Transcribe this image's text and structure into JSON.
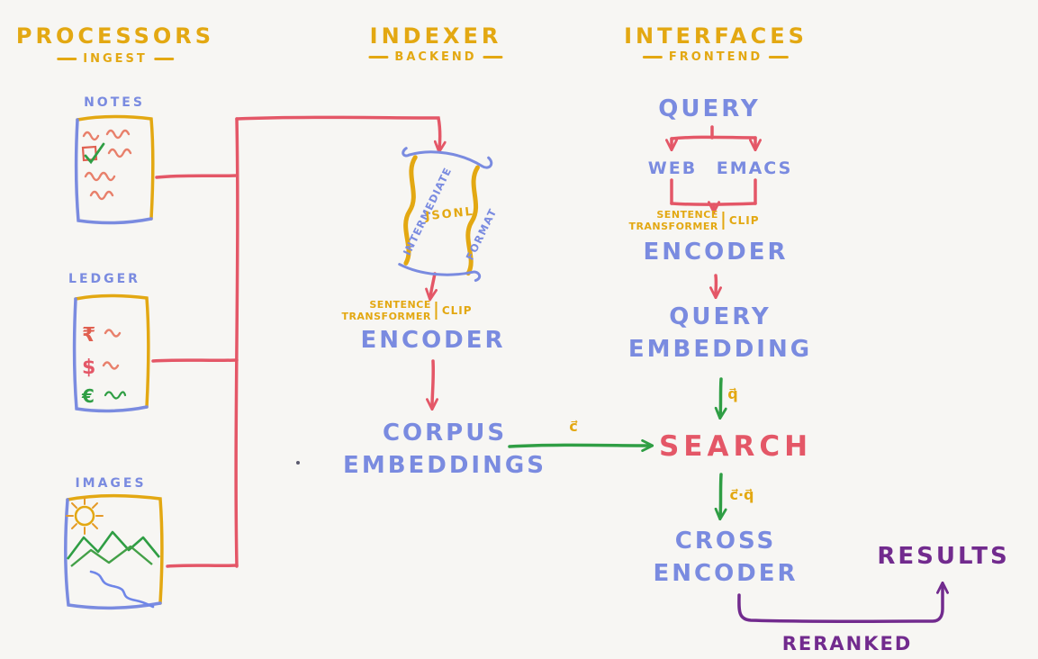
{
  "palette": {
    "background": "#f7f6f3",
    "yellow": "#e3a812",
    "blue": "#7a8be0",
    "red": "#e45767",
    "salmon": "#e8806b",
    "green": "#2f9e44",
    "purple": "#722b8e"
  },
  "headers": {
    "processors": {
      "title": "PROCESSORS",
      "subtitle": "INGEST"
    },
    "indexer": {
      "title": "INDEXER",
      "subtitle": "BACKEND"
    },
    "interfaces": {
      "title": "INTERFACES",
      "subtitle": "FRONTEND"
    }
  },
  "processors": {
    "notes_label": "NOTES",
    "ledger_label": "LEDGER",
    "ledger_symbols": [
      "₹",
      "$",
      "€"
    ],
    "images_label": "IMAGES"
  },
  "indexer": {
    "scroll_side_left": "INTERMEDIATE",
    "scroll_center": "JSONL",
    "scroll_side_right": "FORMAT",
    "encoder_caption": {
      "line1": "SENTENCE",
      "line2": "TRANSFORMER",
      "alt": "CLIP"
    },
    "encoder": "ENCODER",
    "corpus_embeddings": {
      "line1": "CORPUS",
      "line2": "EMBEDDINGS"
    }
  },
  "interfaces": {
    "query": "QUERY",
    "web": "WEB",
    "emacs": "EMACS",
    "encoder_caption": {
      "line1": "SENTENCE",
      "line2": "TRANSFORMER",
      "alt": "CLIP"
    },
    "encoder": "ENCODER",
    "query_embedding": {
      "line1": "QUERY",
      "line2": "EMBEDDING"
    },
    "search": "SEARCH",
    "cross_encoder": {
      "line1": "CROSS",
      "line2": "ENCODER"
    },
    "results": "RESULTS",
    "reranked": "RERANKED"
  },
  "edge_labels": {
    "corpus_vector": "c⃗",
    "query_vector": "q⃗",
    "dot_product": "c⃗·q⃗"
  }
}
